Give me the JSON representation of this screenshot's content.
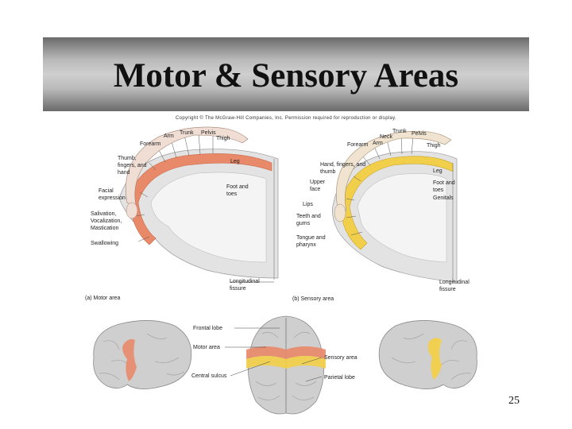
{
  "slide": {
    "title": "Motor & Sensory Areas",
    "copyright": "Copyright © The McGraw-Hill Companies, Inc. Permission required for reproduction or display.",
    "page_number": "25"
  },
  "motor": {
    "caption": "(a) Motor area",
    "fissure": "Longitudinal fissure",
    "labels": {
      "trunk": "Trunk",
      "pelvis": "Pelvis",
      "arm": "Arm",
      "thigh": "Thigh",
      "forearm": "Forearm",
      "thumb": "Thumb, fingers, and hand",
      "leg": "Leg",
      "facial": "Facial expression",
      "foot": "Foot and toes",
      "salivation": "Salivation, Vocalization, Mastication",
      "swallowing": "Swallowing"
    }
  },
  "sensory": {
    "caption": "(b) Sensory area",
    "fissure": "Longitudinal fissure",
    "labels": {
      "trunk": "Trunk",
      "neck": "Neck",
      "pelvis": "Pelvis",
      "arm": "Arm",
      "forearm": "Forearm",
      "thigh": "Thigh",
      "hand": "Hand, fingers, and thumb",
      "leg": "Leg",
      "upper_face": "Upper face",
      "foot": "Foot and toes",
      "genitals": "Genitals",
      "lips": "Lips",
      "teeth": "Teeth and gums",
      "tongue": "Tongue and pharynx"
    }
  },
  "brain": {
    "frontal": "Frontal lobe",
    "motor": "Motor area",
    "central": "Central sulcus",
    "sensory": "Sensory area",
    "parietal": "Parietal lobe"
  },
  "colors": {
    "motor_area": "#e88a6a",
    "sensory_area": "#f2cf4a",
    "cortex": "#d8d8d8",
    "background": "#ffffff"
  }
}
